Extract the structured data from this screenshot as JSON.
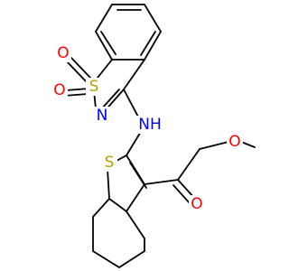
{
  "colors": {
    "carbon_bond": "#000000",
    "oxygen": "#ff0000",
    "nitrogen": "#0000ff",
    "sulfur": "#b3a100",
    "background": "#ffffff"
  },
  "atoms": {
    "O1": "O",
    "O2": "O",
    "S1": "S",
    "N1": "N",
    "N2": "NH",
    "S2": "S",
    "O3": "O",
    "O4": "O"
  }
}
